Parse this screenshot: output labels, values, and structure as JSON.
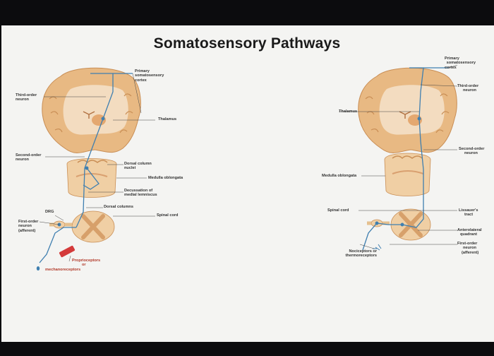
{
  "title": "Somatosensory Pathways",
  "left": {
    "labels": {
      "primary_cortex": [
        "Primary",
        "somatosensory",
        "cortex"
      ],
      "third_order": [
        "Third-order",
        "neuron"
      ],
      "thalamus": "Thalamus",
      "second_order": [
        "Second-order",
        "neuron"
      ],
      "dorsal_column_nuclei": [
        "Dorsal column",
        "nuclei"
      ],
      "medulla": "Medulla oblongata",
      "decussation": [
        "Decussation of",
        "medial lemniscus"
      ],
      "dorsal_columns": "Dorsal columns",
      "drg": "DRG",
      "spinal_cord": "Spinal cord",
      "first_order": [
        "First-order",
        "neuron",
        "(afferent)"
      ],
      "receptors": [
        "Proprioceptors",
        "or",
        "mechanoreceptors"
      ]
    }
  },
  "right": {
    "labels": {
      "primary_cortex": [
        "Primary",
        "somatosensory",
        "cortex"
      ],
      "third_order": [
        "Third-order",
        "neuron"
      ],
      "thalamus": "Thalamus",
      "second_order": [
        "Second-order",
        "neuron"
      ],
      "medulla": "Medulla oblongata",
      "spinal_cord": "Spinal cord",
      "lissauer": [
        "Lissauer's",
        "tract"
      ],
      "anterolateral": [
        "Anterolateral",
        "quadrant"
      ],
      "first_order": [
        "First-order",
        "neuron",
        "(afferent)"
      ],
      "receptors": [
        "Nociceptors or",
        "thermoreceptors"
      ]
    }
  },
  "colors": {
    "background": "#0c0c0e",
    "slide": "#f4f4f2",
    "brain": "#e8b983",
    "brain_inner": "#f3dcc0",
    "neuron": "#3f7fb0",
    "receptor_red": "#d43a3a"
  }
}
